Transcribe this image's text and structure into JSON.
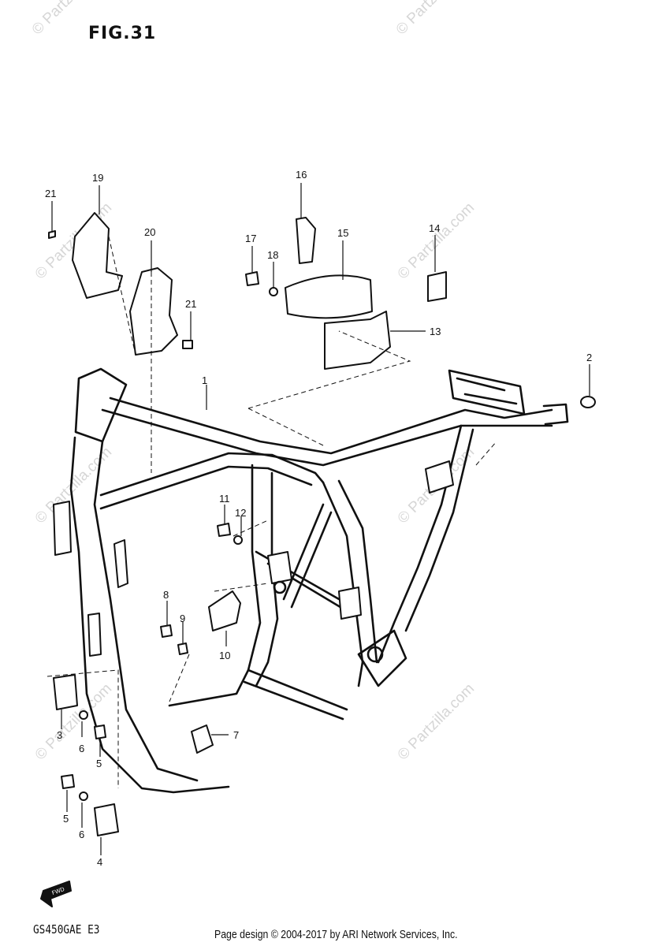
{
  "figure_title": "FIG.31",
  "model_code": "GS450GAE E3",
  "footer": "Page design © 2004-2017 by ARI Network Services, Inc.",
  "watermark": "© Partzilla.com",
  "fwd_label": "FWD",
  "callouts": [
    "1",
    "2",
    "3",
    "4",
    "5",
    "5",
    "6",
    "6",
    "7",
    "8",
    "9",
    "10",
    "11",
    "12",
    "13",
    "14",
    "15",
    "16",
    "17",
    "18",
    "19",
    "20",
    "21",
    "21"
  ]
}
